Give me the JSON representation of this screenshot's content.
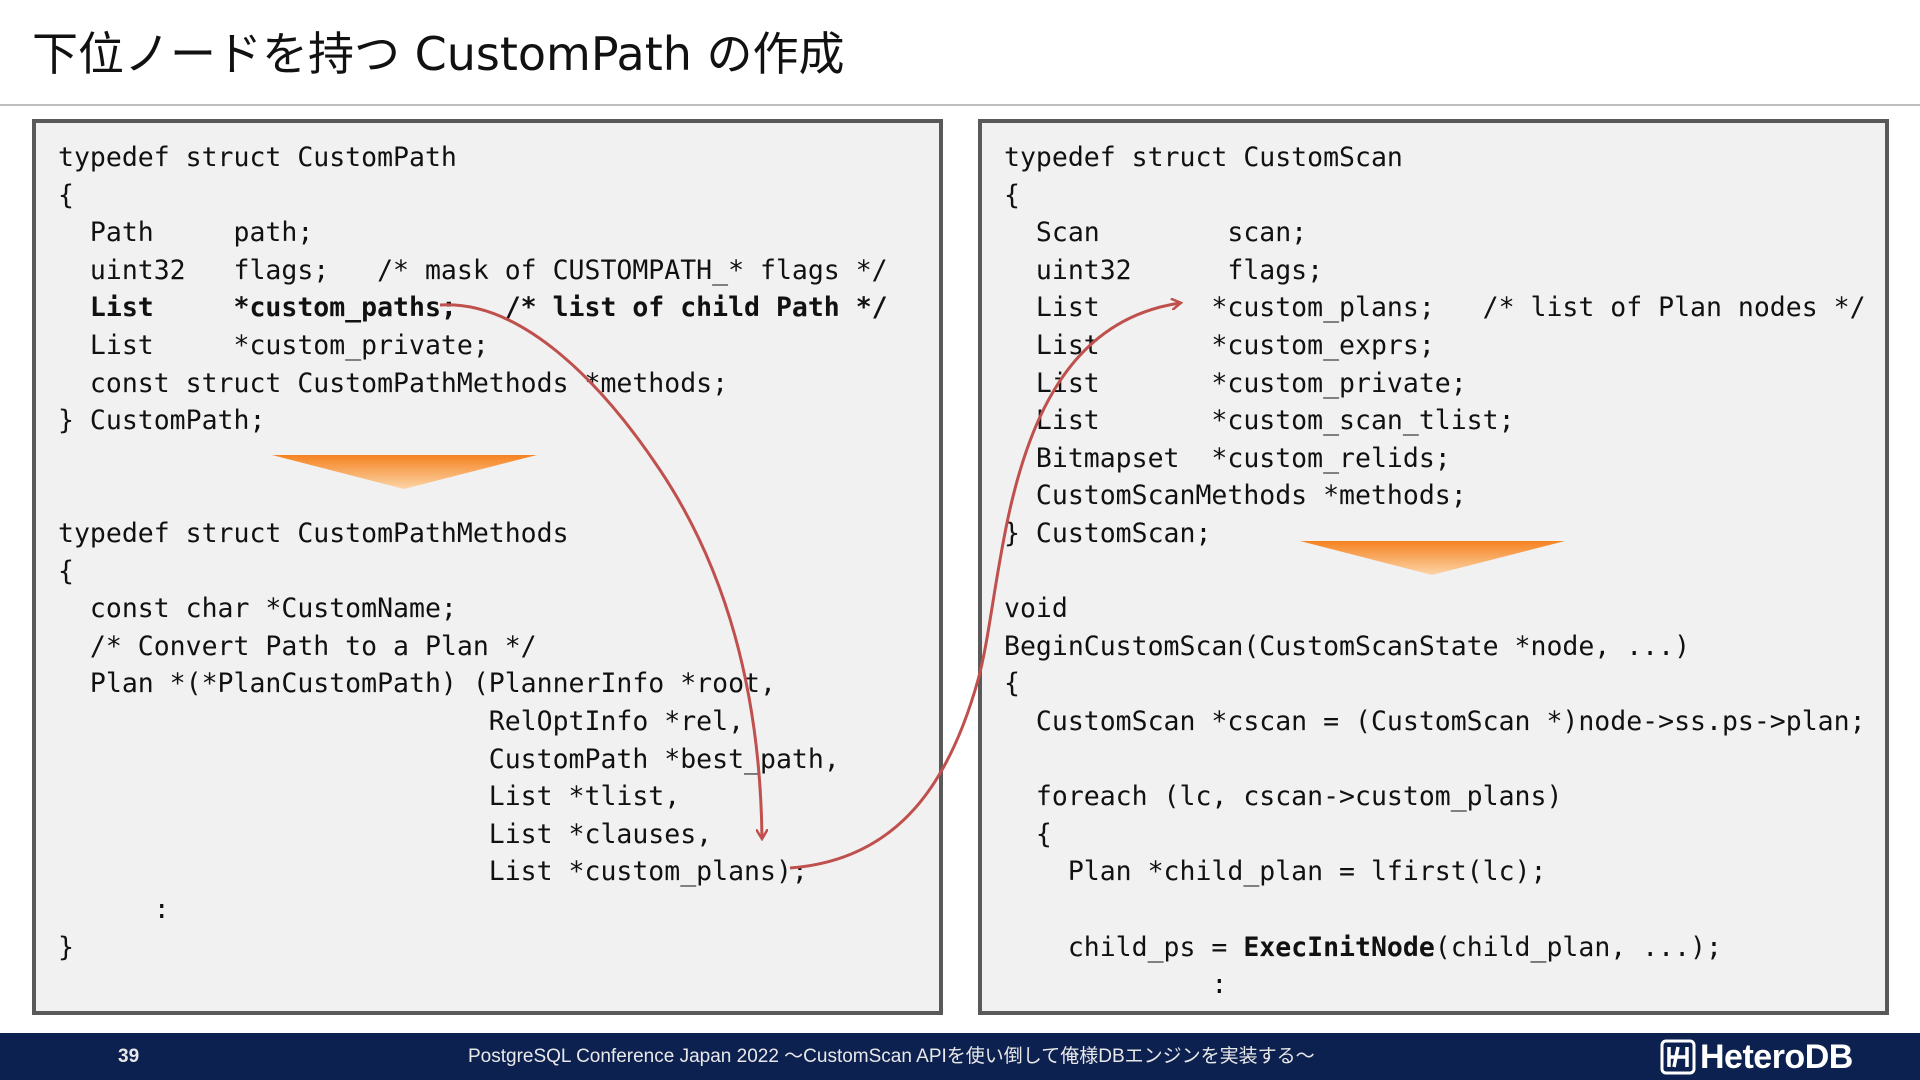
{
  "slide": {
    "title": "下位ノードを持つ CustomPath の作成"
  },
  "left_code": [
    "typedef struct CustomPath",
    "{",
    "  Path     path;",
    "  uint32   flags;   /* mask of CUSTOMPATH_* flags */",
    "  List     *custom_paths;   /* list of child Path */",
    "  List     *custom_private;",
    "  const struct CustomPathMethods *methods;",
    "} CustomPath;",
    "typedef struct CustomPathMethods",
    "{",
    "  const char *CustomName;",
    "  /* Convert Path to a Plan */",
    "  Plan *(*PlanCustomPath) (PlannerInfo *root,",
    "                           RelOptInfo *rel,",
    "                           CustomPath *best_path,",
    "                           List *tlist,",
    "                           List *clauses,",
    "                           List *custom_plans);",
    "      :",
    "}"
  ],
  "right_code": [
    "typedef struct CustomScan",
    "{",
    "  Scan        scan;",
    "  uint32      flags;",
    "  List       *custom_plans;   /* list of Plan nodes */",
    "  List       *custom_exprs;",
    "  List       *custom_private;",
    "  List       *custom_scan_tlist;",
    "  Bitmapset  *custom_relids;",
    "  CustomScanMethods *methods;",
    "} CustomScan;",
    "void",
    "BeginCustomScan(CustomScanState *node, ...)",
    "{",
    "  CustomScan *cscan = (CustomScan *)node->ss.ps->plan;",
    "  foreach (lc, cscan->custom_plans)",
    "  {",
    "    Plan *child_plan = lfirst(lc);",
    "    child_ps = ",
    "ExecInitNode",
    "(child_plan, ...);",
    "             :"
  ],
  "colors": {
    "arrow_red": "#c0504d",
    "orange_top": "#f58220",
    "orange_bottom": "#fcd5a8",
    "footer_bg": "#0d2150"
  },
  "footer": {
    "page_number": "39",
    "text": "PostgreSQL Conference Japan 2022 ～CustomScan APIを使い倒して俺様DBエンジンを実装する～",
    "brand": "HeteroDB",
    "brand_icon": "heterodb-logo-icon"
  }
}
